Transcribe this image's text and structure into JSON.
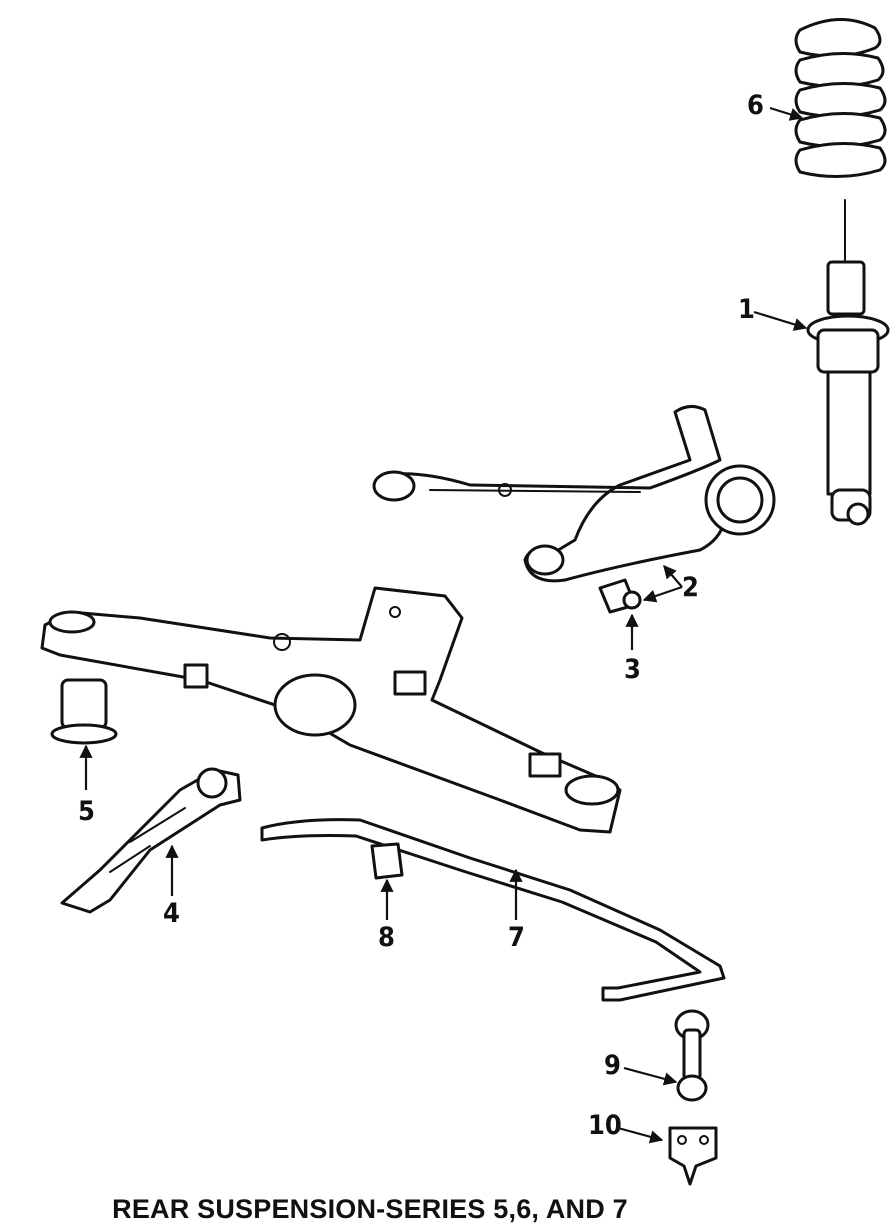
{
  "title": "REAR SUSPENSION-SERIES 5,6, AND 7",
  "callouts": [
    "1",
    "2",
    "3",
    "4",
    "5",
    "6",
    "7",
    "8",
    "9",
    "10"
  ]
}
